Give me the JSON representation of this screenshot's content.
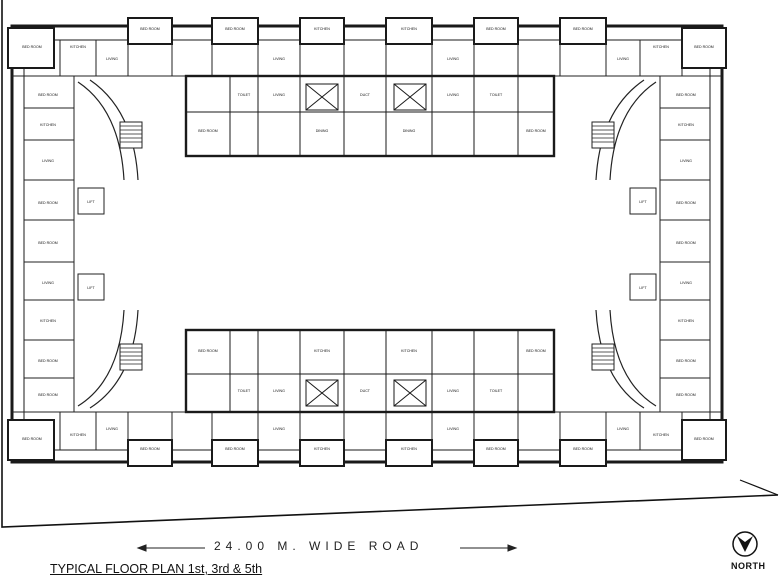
{
  "road": {
    "label": "24.00 M. WIDE ROAD"
  },
  "title": {
    "text": "TYPICAL FLOOR PLAN 1st, 3rd & 5th"
  },
  "north": {
    "label": "NORTH"
  },
  "rooms": {
    "bed_room": "BED ROOM",
    "kitchen": "KITCHEN",
    "living": "LIVING",
    "toilet": "TOILET",
    "dining": "DINING",
    "lift": "LIFT",
    "duct": "DUCT"
  },
  "colors": {
    "line": "#1a1a1a",
    "wall": "#2b2b2b",
    "paper": "#ffffff"
  }
}
